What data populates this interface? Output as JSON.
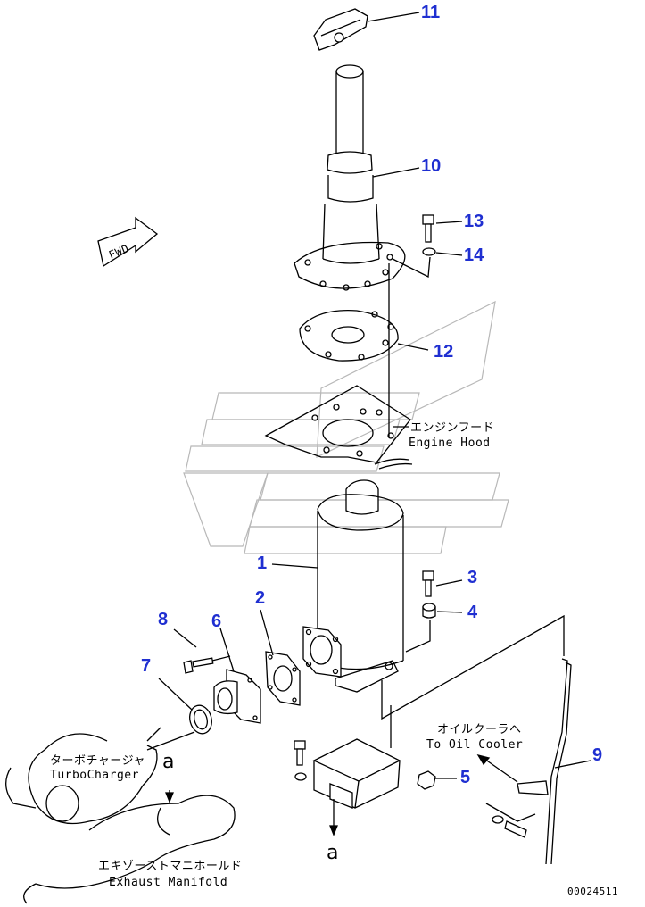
{
  "callouts": {
    "c1": "1",
    "c2": "2",
    "c3": "3",
    "c4": "4",
    "c5": "5",
    "c6": "6",
    "c7": "7",
    "c8": "8",
    "c9": "9",
    "c10": "10",
    "c11": "11",
    "c12": "12",
    "c13": "13",
    "c14": "14"
  },
  "labels": {
    "fwd": "FWD",
    "engine_hood_jp": "エンジンフード",
    "engine_hood_en": "Engine Hood",
    "oil_cooler_jp": "オイルクーラへ",
    "oil_cooler_en": "To Oil Cooler",
    "turbo_jp": "ターボチャージャ",
    "turbo_en": "TurboCharger",
    "manifold_jp": "エキゾーストマニホールド",
    "manifold_en": "Exhaust Manifold",
    "ref_a_top": "a",
    "ref_a_bottom": "a",
    "drawing_no": "00024511"
  },
  "colors": {
    "callout": "#1f2fd1",
    "line": "#000000",
    "watermark": "#b8b8b8"
  }
}
